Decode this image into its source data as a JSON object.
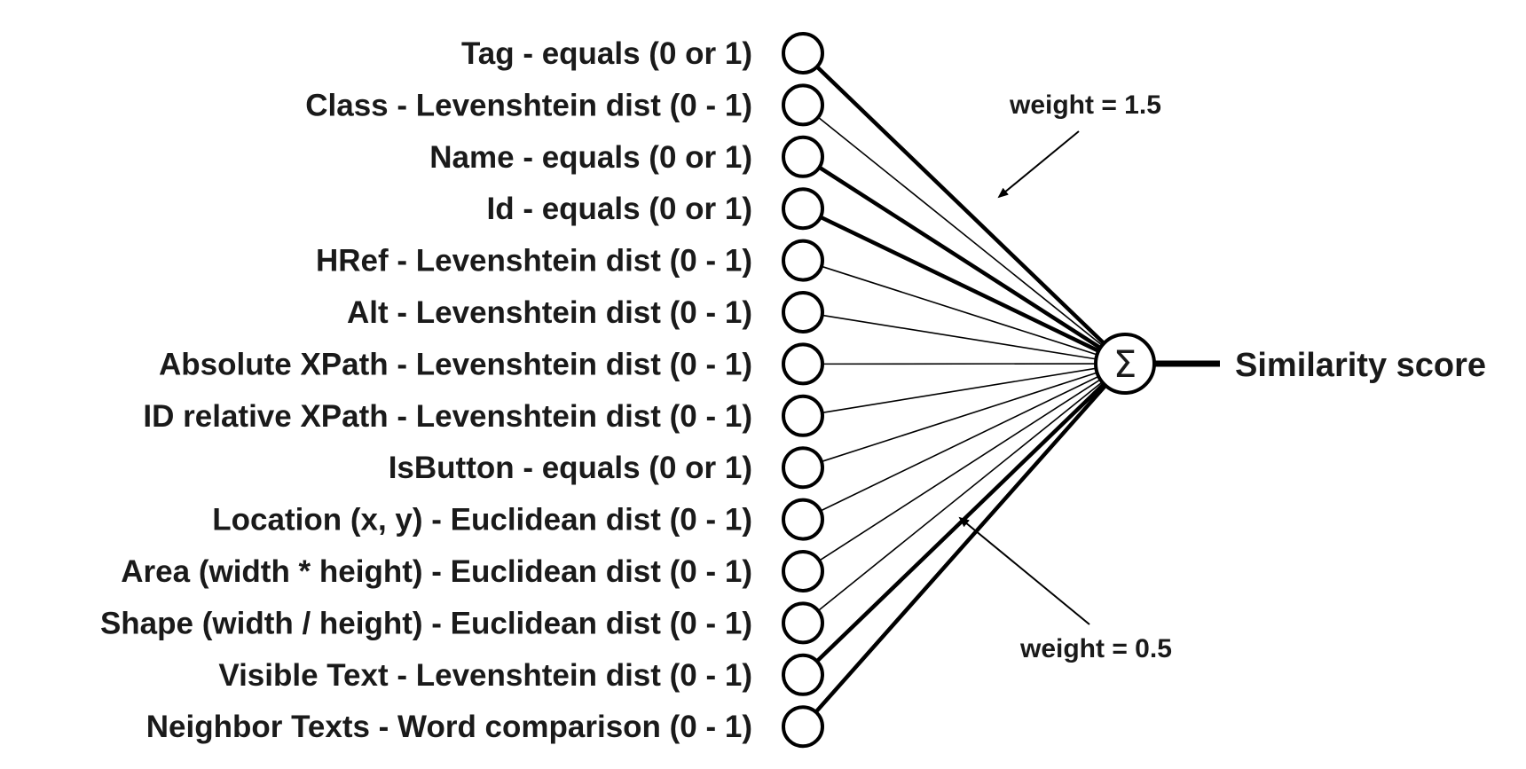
{
  "features": [
    {
      "label": "Tag - equals (0 or 1)",
      "weight": 1.5
    },
    {
      "label": "Class - Levenshtein dist (0 - 1)",
      "weight": 0.5
    },
    {
      "label": "Name - equals (0 or 1)",
      "weight": 1.5
    },
    {
      "label": "Id - equals (0 or 1)",
      "weight": 1.5
    },
    {
      "label": "HRef - Levenshtein dist (0 - 1)",
      "weight": 0.5
    },
    {
      "label": "Alt - Levenshtein dist (0 - 1)",
      "weight": 0.5
    },
    {
      "label": "Absolute XPath - Levenshtein dist (0 - 1)",
      "weight": 0.5
    },
    {
      "label": "ID relative XPath - Levenshtein dist (0 - 1)",
      "weight": 0.5
    },
    {
      "label": "IsButton - equals (0 or 1)",
      "weight": 0.5
    },
    {
      "label": "Location (x, y) - Euclidean dist (0 - 1)",
      "weight": 0.5
    },
    {
      "label": "Area (width * height) - Euclidean dist (0 - 1)",
      "weight": 0.5
    },
    {
      "label": "Shape (width / height) - Euclidean dist (0 - 1)",
      "weight": 0.5
    },
    {
      "label": "Visible Text - Levenshtein dist (0 - 1)",
      "weight": 1.5
    },
    {
      "label": "Neighbor Texts - Word comparison (0 - 1)",
      "weight": 1.5
    }
  ],
  "sum_node": {
    "symbol": "Σ"
  },
  "output": {
    "label": "Similarity score"
  },
  "annotations": {
    "high_weight": "weight = 1.5",
    "low_weight": "weight = 0.5"
  }
}
